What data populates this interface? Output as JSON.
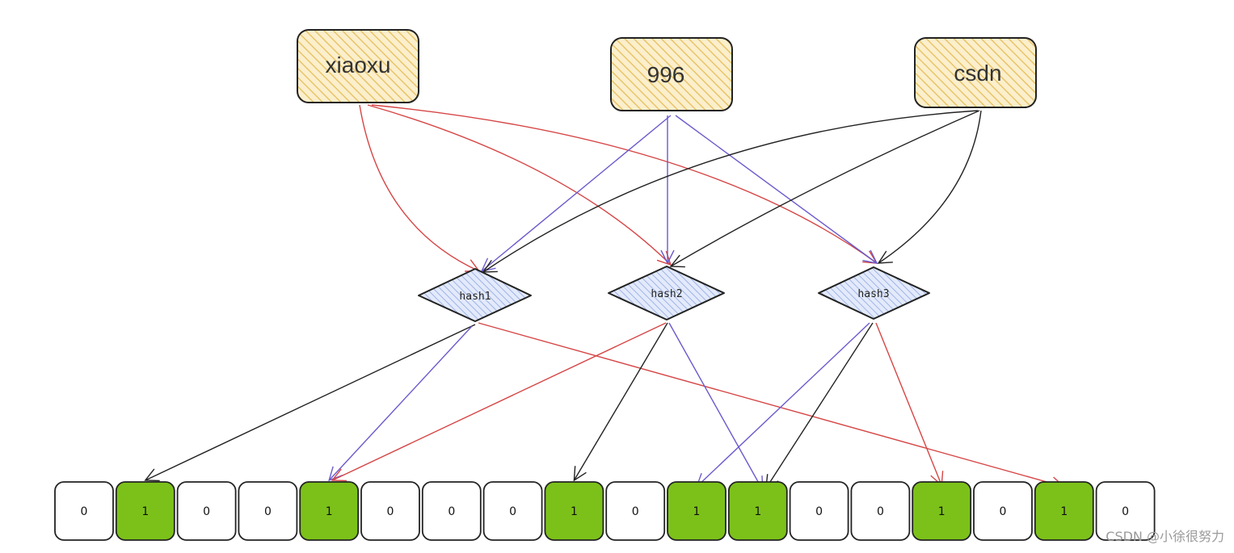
{
  "keys": [
    {
      "label": "xiaoxu",
      "arrow_color": "#d64545"
    },
    {
      "label": "996",
      "arrow_color": "#6a5acd"
    },
    {
      "label": "csdn",
      "arrow_color": "#222222"
    }
  ],
  "hashes": [
    {
      "label": "hash1"
    },
    {
      "label": "hash2"
    },
    {
      "label": "hash3"
    }
  ],
  "bit_array": {
    "values": [
      "0",
      "1",
      "0",
      "0",
      "1",
      "0",
      "0",
      "0",
      "1",
      "0",
      "1",
      "1",
      "0",
      "0",
      "1",
      "0",
      "1",
      "0"
    ],
    "set_color": "#7cc11a",
    "unset_color": "#ffffff"
  },
  "colors": {
    "key_fill": "#f2d48a",
    "hash_fill": "#b9c9ee"
  },
  "watermark": "CSDN @小徐很努力"
}
